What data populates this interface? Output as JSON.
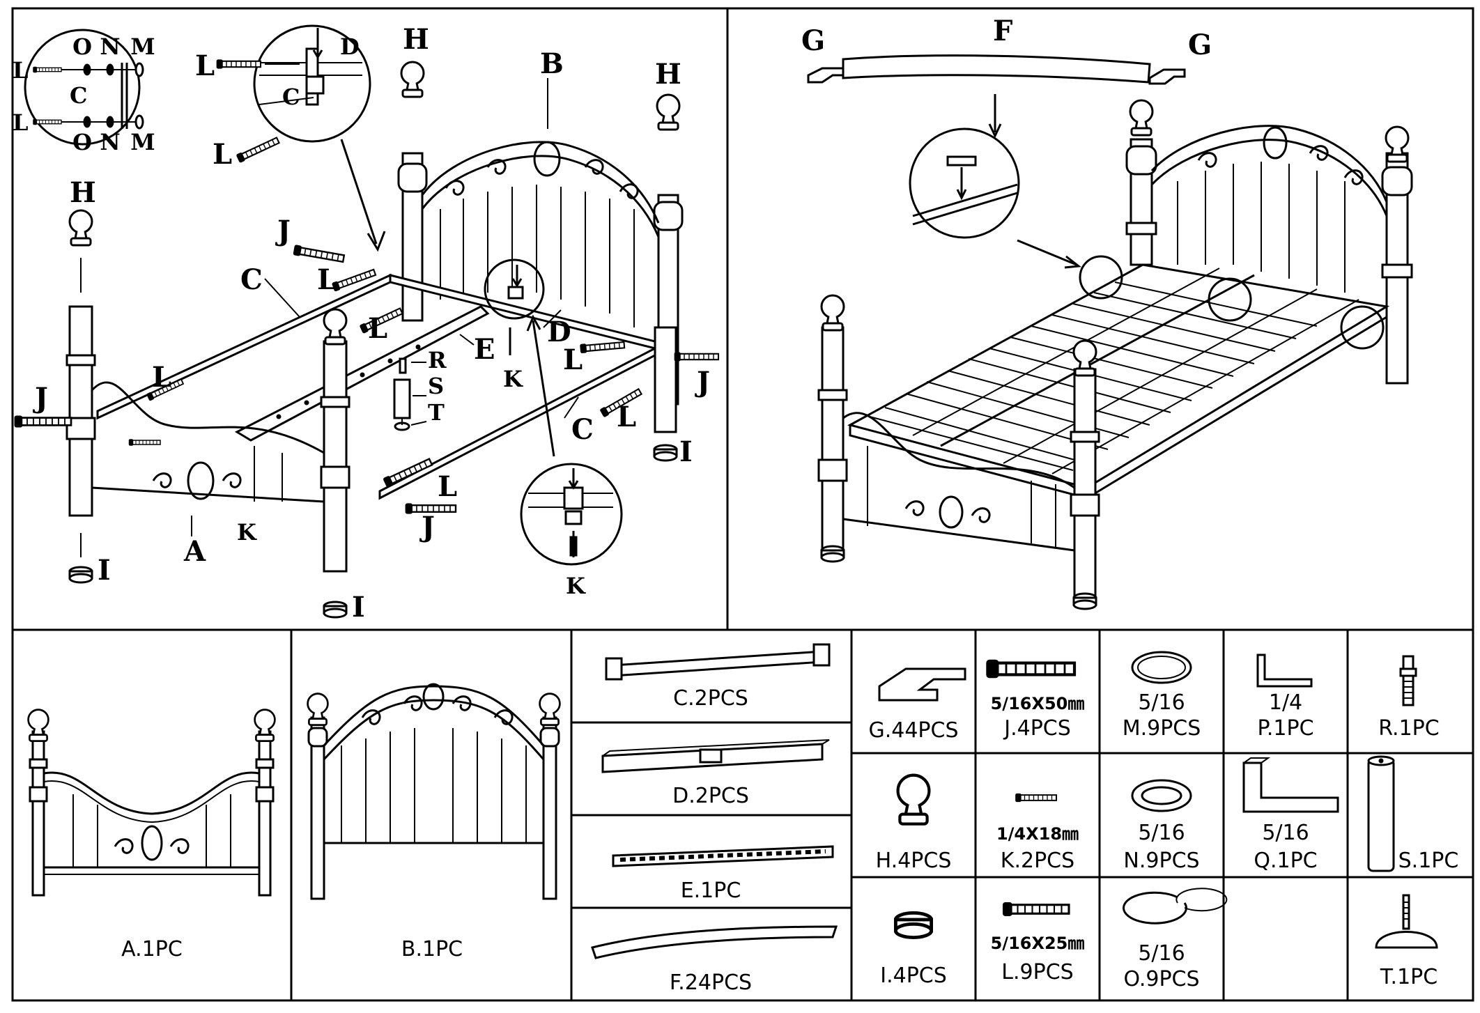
{
  "assembly_left": {
    "labels": {
      "A": "A",
      "B": "B",
      "C1": "C",
      "C2": "C",
      "D": "D",
      "E": "E",
      "H1": "H",
      "H2": "H",
      "H3": "H",
      "I1": "I",
      "I2": "I",
      "I3": "I",
      "J1": "J",
      "J2": "J",
      "J3": "J",
      "J4": "J",
      "K1": "K",
      "K2": "K",
      "K3": "K",
      "L1": "L",
      "L2": "L",
      "L3": "L",
      "L4": "L",
      "L5": "L",
      "L6": "L",
      "L7": "L",
      "L8": "L",
      "R": "R",
      "S": "S",
      "T": "T"
    },
    "detail_circle_1": {
      "labels": {
        "O1": "O",
        "N1": "N",
        "M1": "M",
        "O2": "O",
        "N2": "N",
        "M2": "M",
        "L1": "L",
        "L2": "L",
        "C": "C"
      }
    },
    "detail_circle_2": {
      "labels": {
        "D": "D",
        "C": "C"
      }
    }
  },
  "assembly_right": {
    "labels": {
      "G1": "G",
      "F": "F",
      "G2": "G"
    }
  },
  "parts": [
    {
      "id": "A",
      "label": "A.1PC"
    },
    {
      "id": "B",
      "label": "B.1PC"
    },
    {
      "id": "C",
      "label": "C.2PCS"
    },
    {
      "id": "D",
      "label": "D.2PCS"
    },
    {
      "id": "E",
      "label": "E.1PC"
    },
    {
      "id": "F",
      "label": "F.24PCS"
    },
    {
      "id": "G",
      "label": "G.44PCS"
    },
    {
      "id": "H",
      "label": "H.4PCS"
    },
    {
      "id": "I",
      "label": "I.4PCS"
    },
    {
      "id": "J",
      "label": "J.4PCS",
      "size": "5/16X50㎜"
    },
    {
      "id": "K",
      "label": "K.2PCS",
      "size": "1/4X18㎜"
    },
    {
      "id": "L",
      "label": "L.9PCS",
      "size": "5/16X25㎜"
    },
    {
      "id": "M",
      "label": "M.9PCS",
      "size": "5/16"
    },
    {
      "id": "N",
      "label": "N.9PCS",
      "size": "5/16"
    },
    {
      "id": "O",
      "label": "O.9PCS",
      "size": "5/16"
    },
    {
      "id": "P",
      "label": "P.1PC",
      "size": "1/4"
    },
    {
      "id": "Q",
      "label": "Q.1PC",
      "size": "5/16"
    },
    {
      "id": "R",
      "label": "R.1PC"
    },
    {
      "id": "S",
      "label": "S.1PC"
    },
    {
      "id": "T",
      "label": "T.1PC"
    }
  ]
}
